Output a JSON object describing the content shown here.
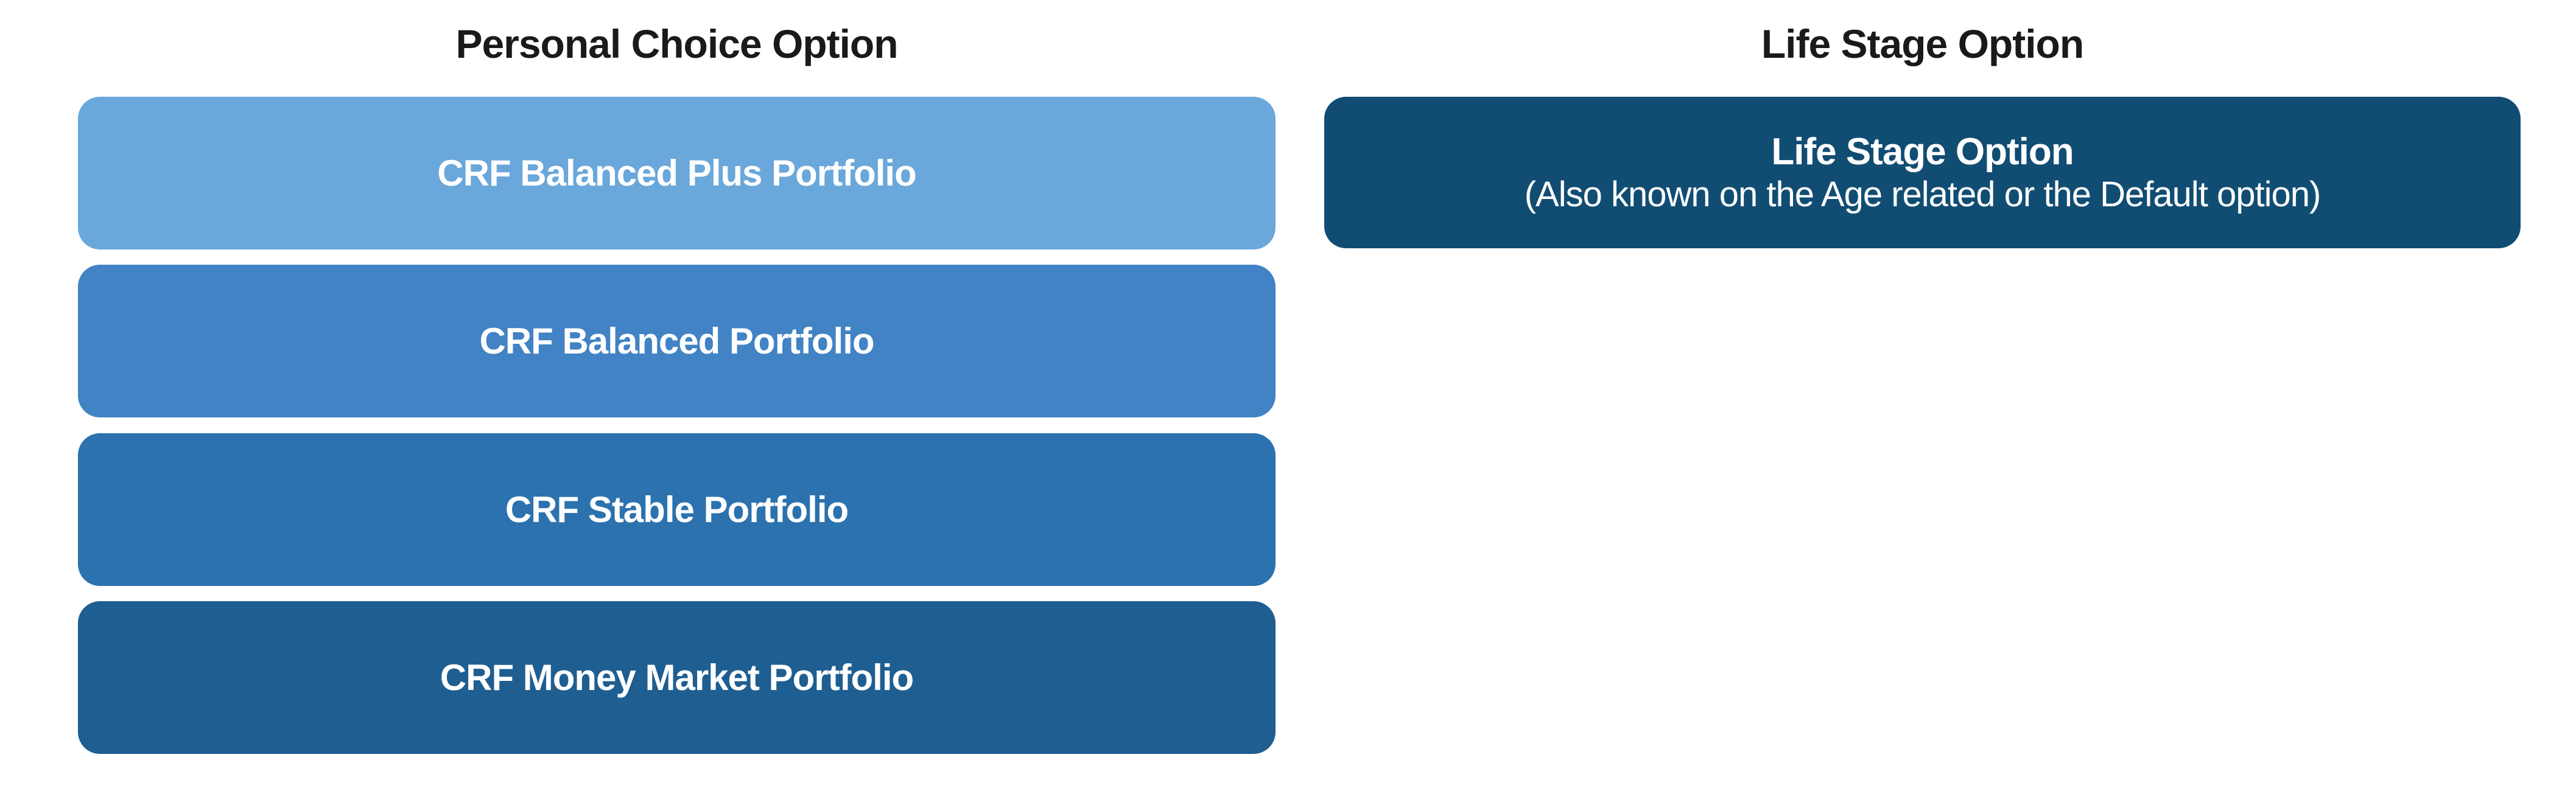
{
  "page": {
    "background_color": "#ffffff",
    "text_color": "#1a1a1a",
    "box_text_color": "#ffffff"
  },
  "left_column": {
    "title": "Personal Choice Option",
    "boxes": [
      {
        "label": "CRF Balanced Plus Portfolio",
        "color": "#6AA7DA"
      },
      {
        "label": "CRF Balanced Portfolio",
        "color": "#4183C4"
      },
      {
        "label": "CRF Stable Portfolio",
        "color": "#2B72AE"
      },
      {
        "label": "CRF Money Market Portfolio",
        "color": "#1F5E91"
      }
    ]
  },
  "right_column": {
    "title": "Life Stage Option",
    "box": {
      "title": "Life Stage Option",
      "subtitle": "(Also known on the Age related or the Default option)",
      "color": "#114D73"
    }
  }
}
